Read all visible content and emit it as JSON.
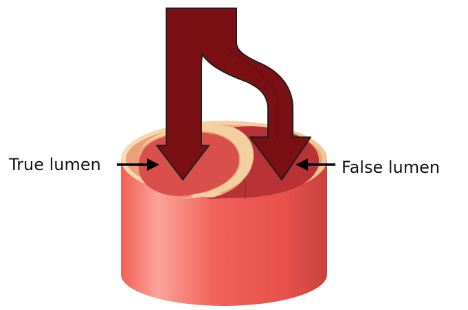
{
  "labels": {
    "true_lumen": "True lumen",
    "false_lumen": "False lumen"
  },
  "colors": {
    "vessel_outer": "#ef5a50",
    "vessel_highlight": "#fba39a",
    "vessel_shadow": "#c23f3a",
    "wall_layer": "#f6d3a6",
    "true_lumen_fill": "#d94f4c",
    "false_lumen_fill": "#b83236",
    "blood_flow": "#7a1014",
    "outline": "#222222",
    "label_arrow": "#000000"
  },
  "icons": [
    "blood-flow-arrow",
    "pointer-arrow"
  ]
}
